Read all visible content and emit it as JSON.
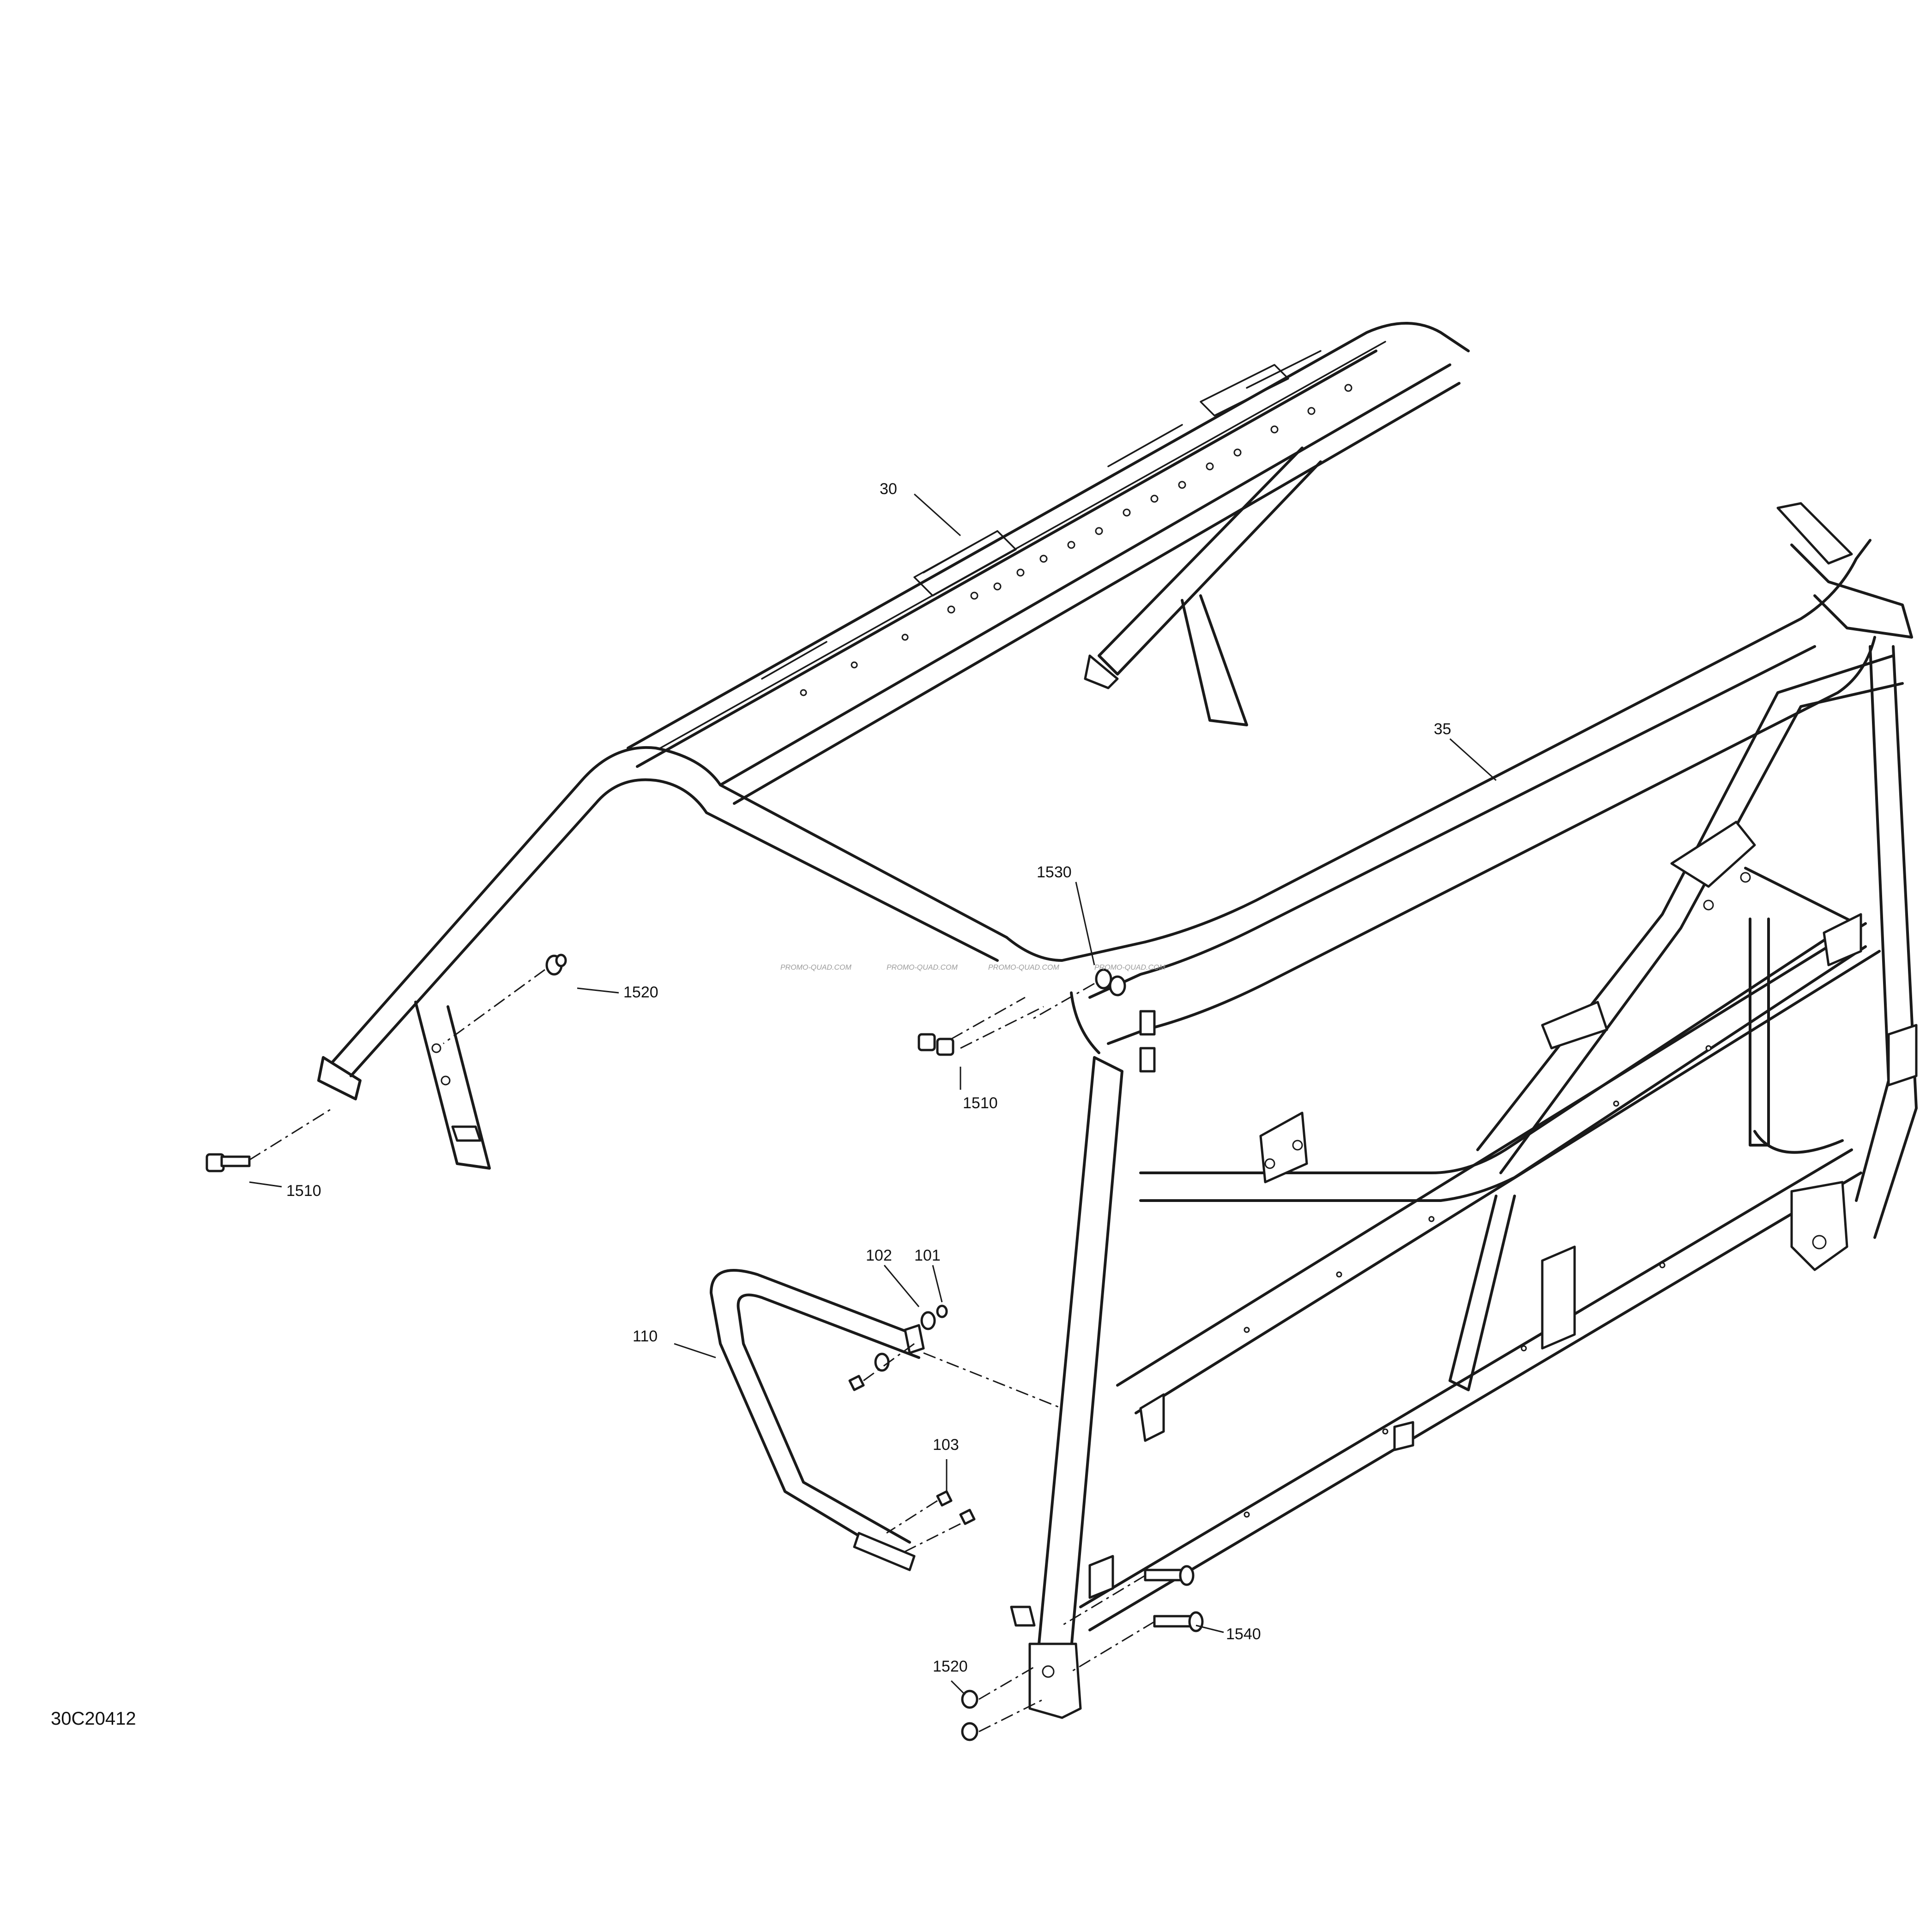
{
  "figure_id": "30C20412",
  "callouts": {
    "c30": "30",
    "c35": "35",
    "c101": "101",
    "c102": "102",
    "c103": "103",
    "c110": "110",
    "c1510a": "1510",
    "c1510b": "1510",
    "c1520a": "1520",
    "c1520b": "1520",
    "c1530": "1530",
    "c1540": "1540"
  },
  "watermark": {
    "w1": "PROMO-QUAD.COM",
    "w2": "PROMO-QUAD.COM",
    "w3": "PROMO-QUAD.COM",
    "w4": "PROMO-QUAD.COM"
  }
}
